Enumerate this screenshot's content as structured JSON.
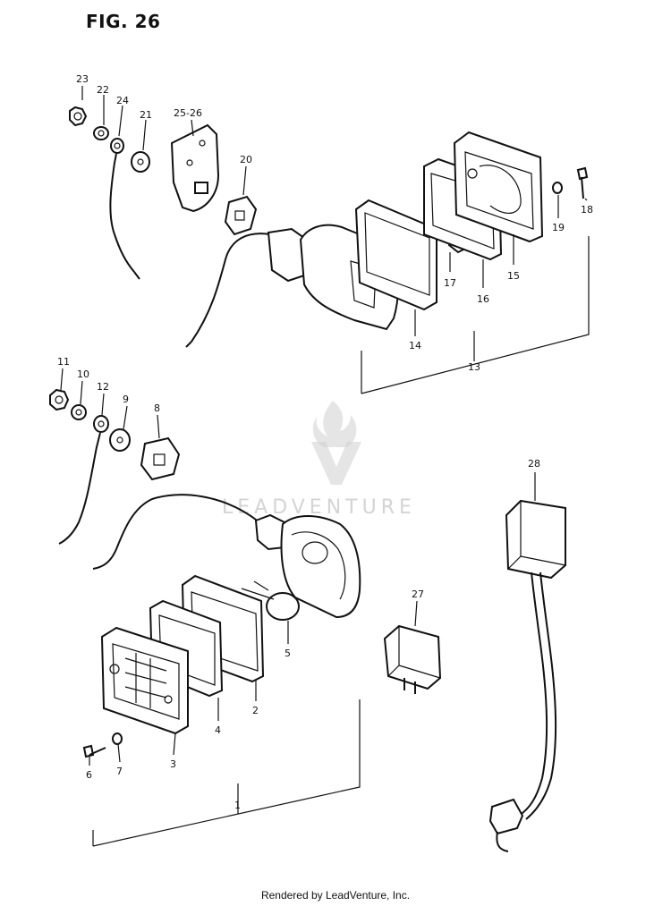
{
  "figure": {
    "title": "FIG. 26"
  },
  "callouts": {
    "c1": "1",
    "c2": "2",
    "c3": "3",
    "c4": "4",
    "c5": "5",
    "c6": "6",
    "c7": "7",
    "c8": "8",
    "c9": "9",
    "c10": "10",
    "c11": "11",
    "c12": "12",
    "c13": "13",
    "c14": "14",
    "c15": "15",
    "c16": "16",
    "c17": "17",
    "c18": "18",
    "c19": "19",
    "c20": "20",
    "c21": "21",
    "c22": "22",
    "c23": "23",
    "c24": "24",
    "c2526": "25-26",
    "c27": "27",
    "c28": "28"
  },
  "watermark": {
    "text": "LEADVENTURE"
  },
  "footer": {
    "text": "Rendered by LeadVenture, Inc."
  }
}
